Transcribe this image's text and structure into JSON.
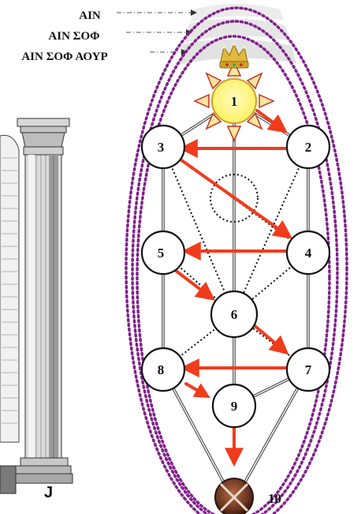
{
  "veils": [
    {
      "id": "ain",
      "label": "ΑΙΝ"
    },
    {
      "id": "ain-soph",
      "label": "ΑΙΝ ΣΟΦ"
    },
    {
      "id": "ain-soph-aur",
      "label": "ΑΙΝ ΣΟΦ ΑΟΥΡ"
    }
  ],
  "pillar": {
    "label": "J"
  },
  "sephiroth": [
    {
      "id": "1",
      "label": "1"
    },
    {
      "id": "2",
      "label": "2"
    },
    {
      "id": "3",
      "label": "3"
    },
    {
      "id": "4",
      "label": "4"
    },
    {
      "id": "5",
      "label": "5"
    },
    {
      "id": "6",
      "label": "6"
    },
    {
      "id": "7",
      "label": "7"
    },
    {
      "id": "8",
      "label": "8"
    },
    {
      "id": "9",
      "label": "9"
    },
    {
      "id": "10",
      "label": "10"
    }
  ],
  "colors": {
    "arrow": "#f03c1c",
    "arrow_dark": "#e0201c",
    "aura": "#80208a",
    "sun_rays": "#f5e6a0",
    "sun_core": "#fff27a",
    "crown": "#c9a227",
    "malkuth": "#6b3520",
    "veil_band": "#e6e6e6"
  }
}
